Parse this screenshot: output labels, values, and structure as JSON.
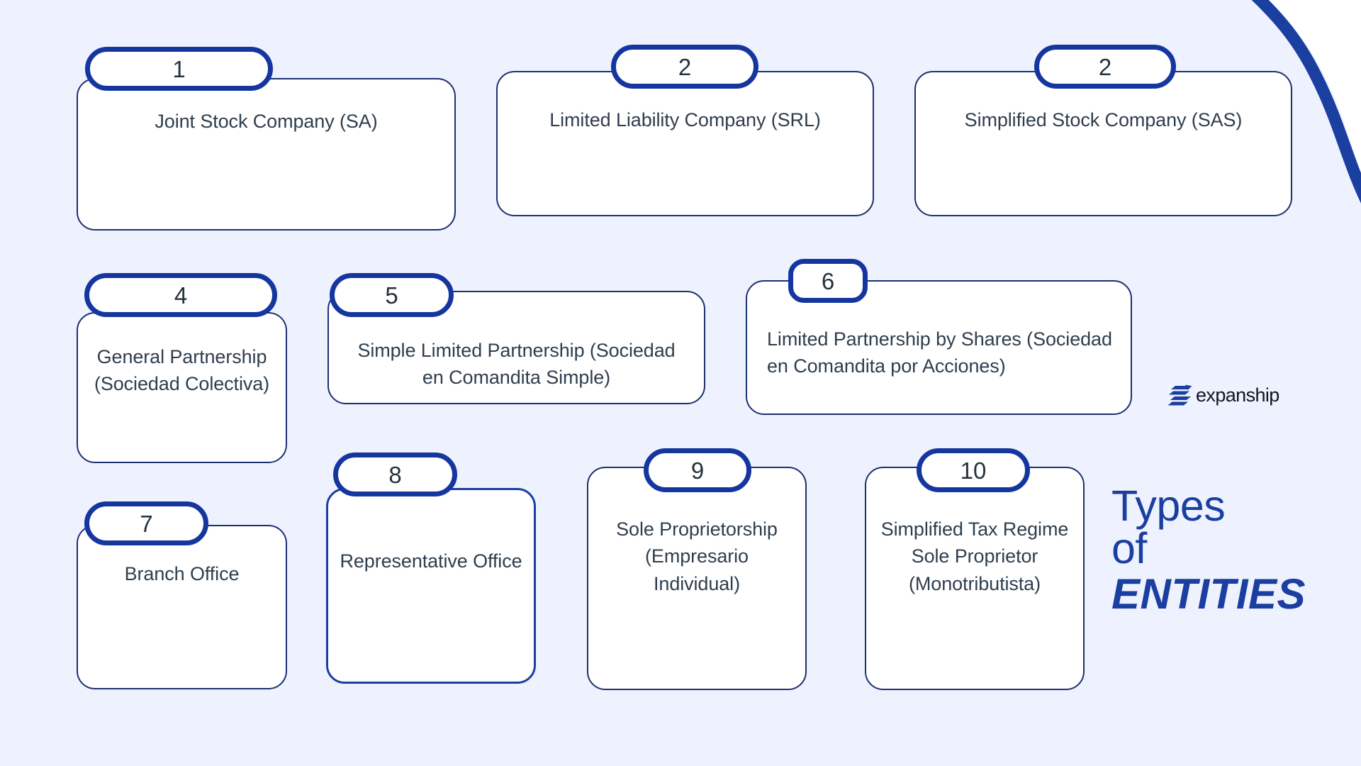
{
  "background_color": "#eef2fe",
  "accent_color": "#16369f",
  "card_border_color": "#1d3070",
  "card_fill_color": "#ffffff",
  "text_color": "#2f3e4d",
  "headline": {
    "line1": "Types",
    "line2": "of",
    "line3": "ENTITIES"
  },
  "logo": {
    "word": "expanship",
    "mark": "stacked-bars-arrow-icon"
  },
  "decor": {
    "swoosh": "blue-s-curve-ribbon"
  },
  "cards": [
    {
      "number": "1",
      "label": "Joint Stock Company (SA)"
    },
    {
      "number": "2",
      "label": "Limited Liability Company (SRL)"
    },
    {
      "number": "2",
      "label": "Simplified Stock Company (SAS)"
    },
    {
      "number": "4",
      "label": "General Partnership (Sociedad Colectiva)"
    },
    {
      "number": "5",
      "label": "Simple Limited Partnership (Sociedad en Comandita Simple)"
    },
    {
      "number": "6",
      "label": "Limited Partnership by Shares (Sociedad en Comandita por Acciones)"
    },
    {
      "number": "7",
      "label": "Branch Office"
    },
    {
      "number": "8",
      "label": "Representative Office"
    },
    {
      "number": "9",
      "label": "Sole Proprietorship (Empresario Individual)"
    },
    {
      "number": "10",
      "label": "Simplified Tax Regime Sole Proprietor (Monotributista)"
    }
  ]
}
